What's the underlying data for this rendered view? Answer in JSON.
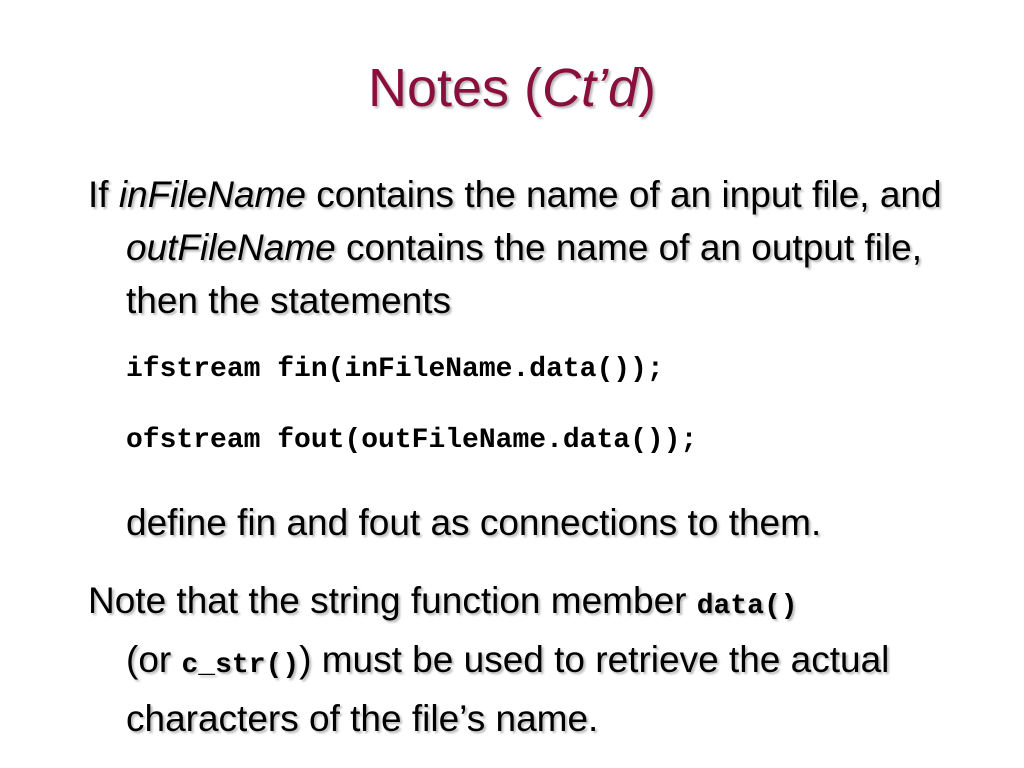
{
  "title": {
    "main": "Notes (",
    "italic": "Ct’d",
    "close": ")"
  },
  "paragraph1": {
    "w1": "If ",
    "var1": "inFileName",
    "w2": " contains the name of an input file, and ",
    "var2": "outFileName",
    "w3": " contains the name of an output file, then the statements"
  },
  "code": {
    "line1": "ifstream fin(inFileName.data());",
    "line2": "ofstream fout(outFileName.data());"
  },
  "define_text": "define fin and fout as connections to them.",
  "paragraph2": {
    "w1": "Note that the string function member ",
    "code1": "data()",
    "w2": "(or ",
    "code2": "c_str()",
    "w3": ") must be used to retrieve the actual characters of the file’s name."
  }
}
